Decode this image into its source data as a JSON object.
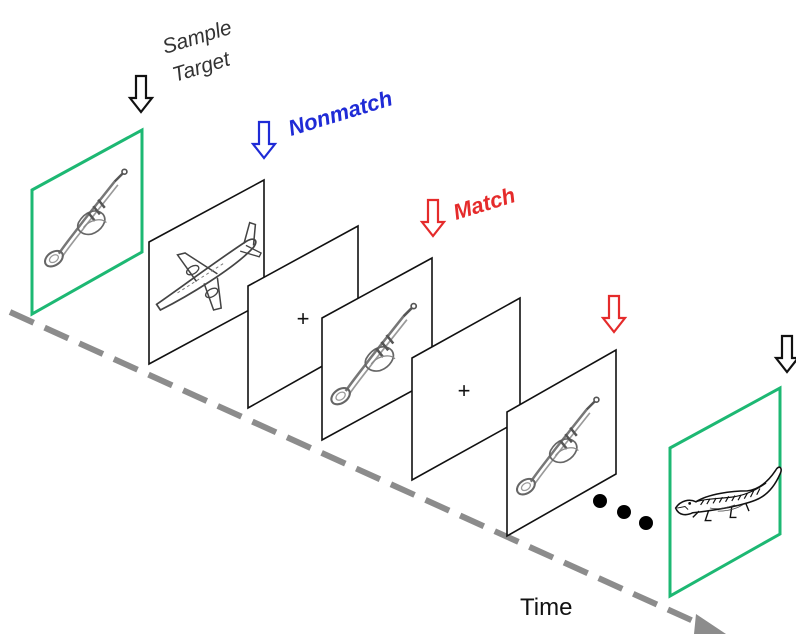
{
  "labels": {
    "sample": "Sample",
    "target": "Target",
    "nonmatch": "Nonmatch",
    "match": "Match",
    "time": "Time",
    "fixation": "+"
  },
  "colors": {
    "sample_frame": "#1db873",
    "nonmatch": "#1f2bd6",
    "match": "#e52b2b",
    "axis": "#8c8c8c",
    "frame": "#111111"
  },
  "panels": [
    {
      "picture": "trumpet-icon",
      "frame": "green"
    },
    {
      "picture": "airplane-icon",
      "frame": "black"
    },
    {
      "picture": "fixation-cross",
      "frame": "black"
    },
    {
      "picture": "trumpet-icon",
      "frame": "black"
    },
    {
      "picture": "fixation-cross",
      "frame": "black"
    },
    {
      "picture": "trumpet-icon",
      "frame": "black"
    },
    {
      "picture": "crocodile-icon",
      "frame": "green"
    }
  ]
}
